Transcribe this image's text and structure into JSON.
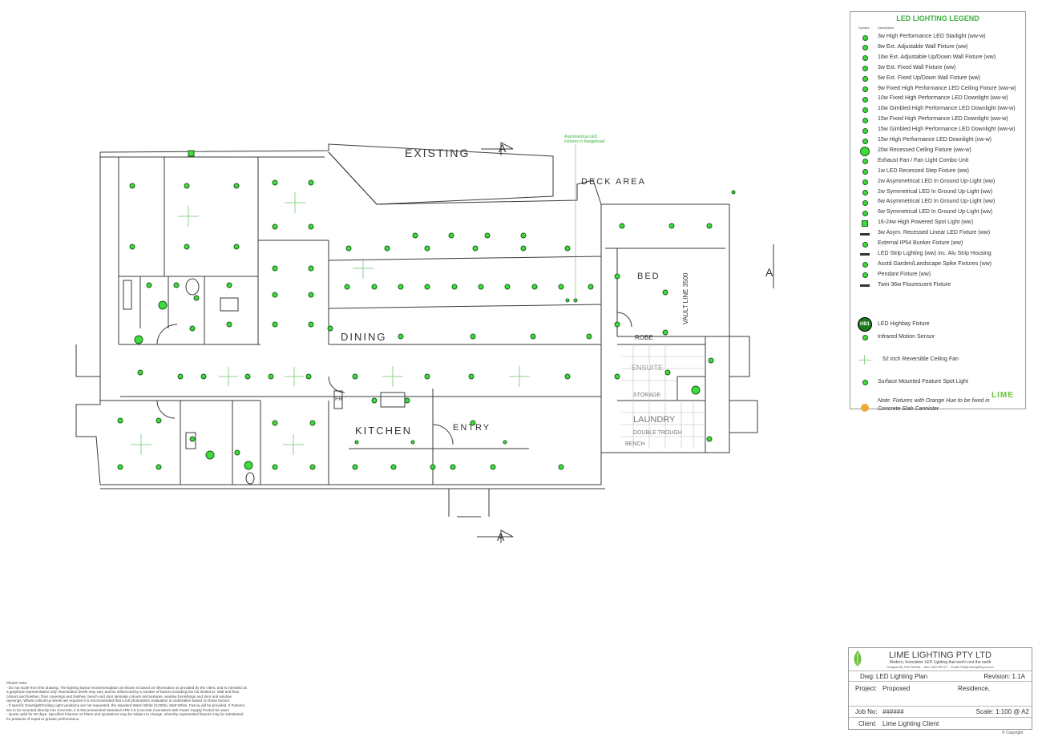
{
  "legend": {
    "title": "LED LIGHTING LEGEND",
    "symbol_header": "Symbol",
    "description_header": "Description",
    "items": [
      {
        "symbol": "dot-icon",
        "label": "3w High Performance LED Starlight (ww-w)"
      },
      {
        "symbol": "wall-fixture-icon",
        "label": "8w Ext. Adjustable Wall Fixture (ww)"
      },
      {
        "symbol": "wall-fixture-icon",
        "label": "16w Ext. Adjustable Up/Down Wall Fixture (ww)"
      },
      {
        "symbol": "wall-fixture-icon",
        "label": "3w Ext. Fixed Wall Fixture (ww)"
      },
      {
        "symbol": "wall-fixture-icon",
        "label": "6w Ext. Fixed Up/Down Wall Fixture (ww)"
      },
      {
        "symbol": "dot-icon",
        "label": "9w Fixed High Performance LED Ceiling Fixture (ww-w)"
      },
      {
        "symbol": "dot-icon",
        "label": "10w Fixed High Performance LED Downlight (ww-w)"
      },
      {
        "symbol": "dot-icon",
        "label": "10w Gimbled High Performance LED Downlight (ww-w)"
      },
      {
        "symbol": "dot-icon",
        "label": "15w Fixed High Performance LED Downlight (ww-w)"
      },
      {
        "symbol": "dot-icon",
        "label": "15w Gimbled High Performance LED Downlight (ww-w)"
      },
      {
        "symbol": "dot-icon",
        "label": "15w High Performance LED Downlight (cw-w)"
      },
      {
        "symbol": "big-dot-icon",
        "label": "20w Recessed Ceiling Fixture (ww-w)"
      },
      {
        "symbol": "fan-combo-icon",
        "label": "Exhaust Fan / Fan Light Combo Unit"
      },
      {
        "symbol": "step-light-icon",
        "label": "1w LED Recessed Step Fixture (ww)"
      },
      {
        "symbol": "dot-icon",
        "label": "2w Asymmetrical LED In Ground Up-Light (ww)"
      },
      {
        "symbol": "dot-icon",
        "label": "2w Symmetrical LED In Ground Up-Light (ww)"
      },
      {
        "symbol": "dot-icon",
        "label": "6w Asymmetrical LED In Ground Up-Light (ww)"
      },
      {
        "symbol": "dot-icon",
        "label": "6w Symmetrical LED In Ground Up-Light (ww)"
      },
      {
        "symbol": "spot-grid-icon",
        "label": "16-24w High Powered Spot Light (ww)"
      },
      {
        "symbol": "linear-icon",
        "label": "3w Asym. Recessed Linear LED Fixture (ww)"
      },
      {
        "symbol": "bunker-icon",
        "label": "External IP54 Bunker Fixture (ww)"
      },
      {
        "symbol": "strip-icon",
        "label": "LED Strip Lighting (ww) inc. Alu Strip Housing"
      },
      {
        "symbol": "spike-icon",
        "label": "Asstd Garden/Landscape Spike Fixtures (ww)"
      },
      {
        "symbol": "pendant-icon",
        "label": "Pendant Fixture (ww)"
      },
      {
        "symbol": "fluoro-icon",
        "label": "Twin 36w Flourescent Fixture"
      }
    ],
    "extras": [
      {
        "symbol": "highbay-icon",
        "symbol_text": "HB1",
        "label": "LED Highbay Fixture"
      },
      {
        "symbol": "motion-sensor-icon",
        "label": "Infrared Motion Sensor"
      },
      {
        "symbol": "ceiling-fan-icon",
        "label": "52 inch Reversible Ceiling Fan"
      },
      {
        "symbol": "spot-icon",
        "label": "Surface Mounted Feature Spot Light"
      }
    ],
    "note_line1": "Note: Fixtures with Orange Hue to be fixed in",
    "note_line2": "Concrete Slab Cannister",
    "logo_text": "LIME"
  },
  "plan": {
    "labels": {
      "existing": "EXISTING",
      "deck": "DECK AREA",
      "dining": "DINING",
      "kitchen": "KITCHEN",
      "entry": "ENTRY",
      "bed": "BED",
      "robe": "ROBE",
      "ensuite": "ENSUITE",
      "laundry": "LAUNDRY",
      "section": "A",
      "vault": "VAULT LINE 3500",
      "fridge": "FR",
      "bench": "BENCH",
      "trough": "DOUBLE TROUGH",
      "storage": "STORAGE"
    },
    "asym_note_line1": "Asymmetrical LED",
    "asym_note_line2": "Fixtures in Rangehood",
    "colors": {
      "fixture": "#3cdc3c",
      "fixture_outline": "#1c5e1c",
      "line": "#3a3a3a",
      "fan": "#8fd28f"
    }
  },
  "notes": [
    "Please Note:",
    "- Do not scale from this drawing. The lighting layout recommendation as shown is based on information as provided by the client, and is intended as a graphical representation only. Illumination levels may vary and be influenced by a number of factors including but not limited to: Wall and floor colours and finishes, floor coverings and finishes, bench and door laminate colours and textures, window furnishings and door and window openings. Where critical lux levels are required it is recommended that a full photometric evaluation is undertaken based on these factors.",
    "- If specific Downlight/Ceiling Light variations are not requested, the standard Warm White (3,000k), Matt White, Fascia will be provided. If Fixtures are to be mounted directly into Concrete, it is Recommended Standard APE-CS Concrete Cannisters with Power Supply Pocket be used.",
    "- Quote valid for 90 days. Specified Fixtures on Plans and Quotations may be subject to change, whereby superseded fixtures may be substituted for products of equal or greater performance."
  ],
  "titleblock": {
    "company": "LIME LIGHTING PTY LTD",
    "tagline": "Modern, Innovative LED Lighting that won't cost the earth",
    "designed_by": "Designed By:  Rob Tweedie",
    "mob": "Mob: 0402 099 577",
    "email": "Email: Rob@LimeLighting.com.au",
    "dwg_label": "Dwg:",
    "dwg_value": "LED Lighting Plan",
    "revision": "Revision: 1.1A",
    "project_label": "Project:",
    "project_value": "Proposed",
    "project_suffix": "Residence,",
    "job_label": "Job No:",
    "job_value": "######",
    "scale": "Scale: 1:100 @ A2",
    "client_label": "Client:",
    "client_value": "Lime Lighting Client",
    "copyright": "© Copyright"
  }
}
